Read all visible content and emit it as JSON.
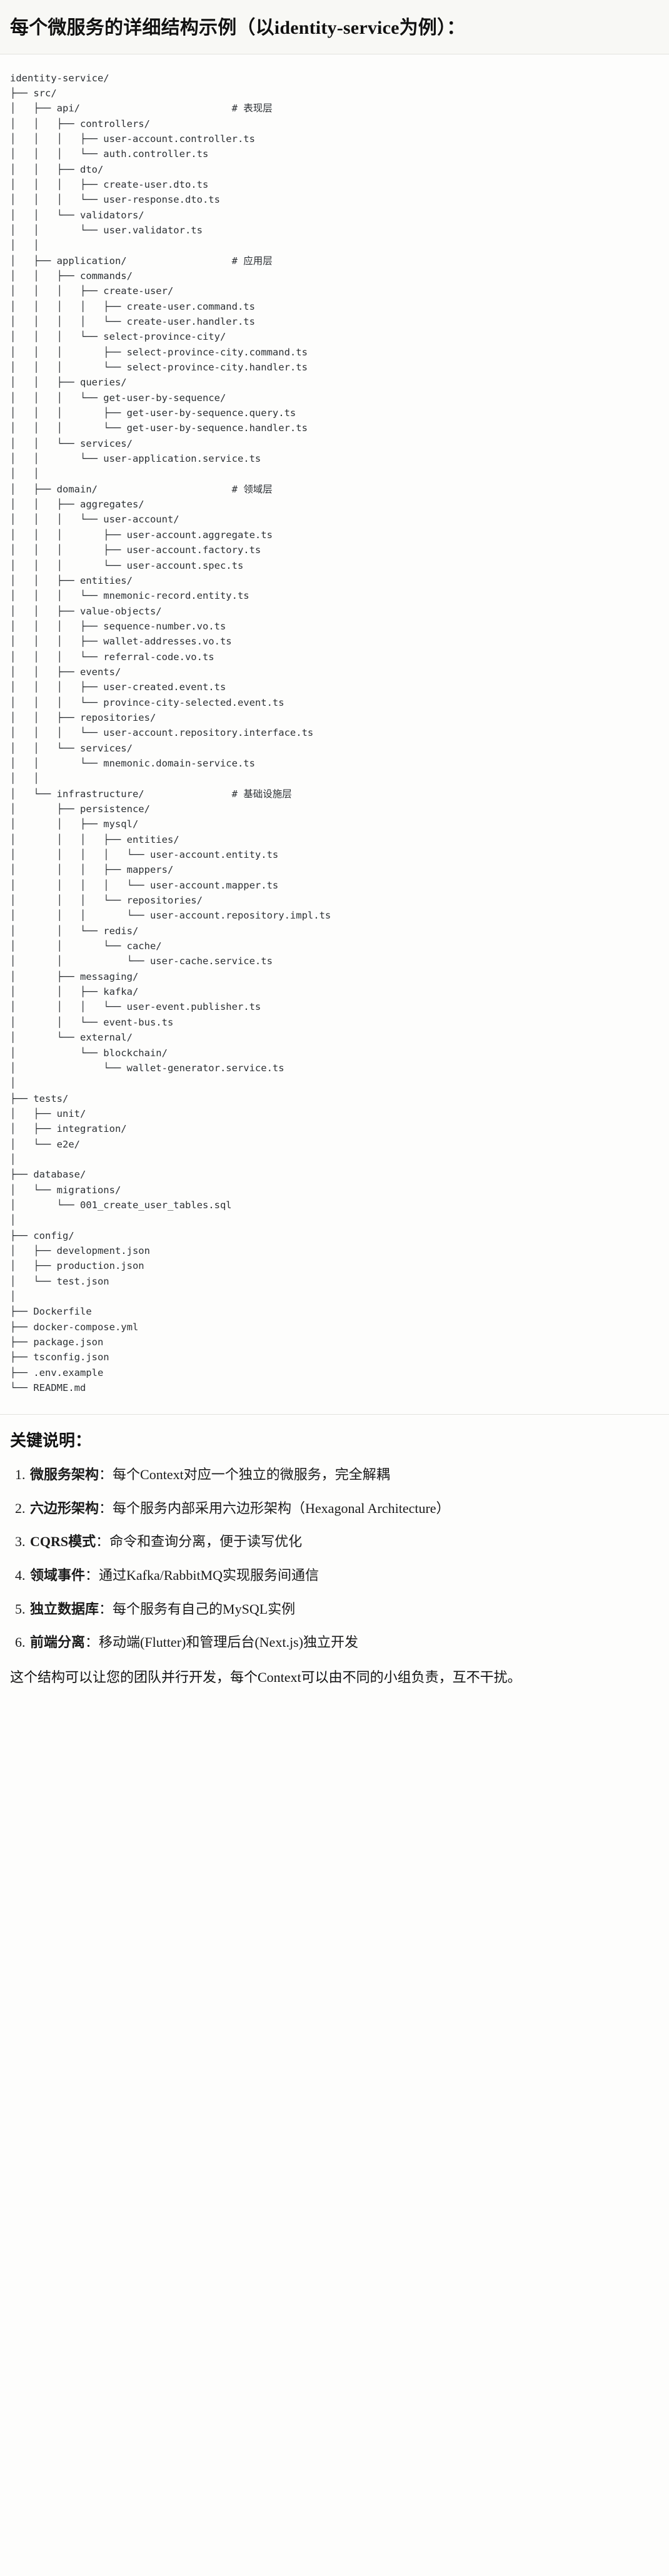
{
  "heading": {
    "title": "每个微服务的详细结构示例（以identity-service为例）："
  },
  "tree": {
    "root": "identity-service/",
    "comments": {
      "api": "# 表现层",
      "application": "# 应用层",
      "domain": "# 领域层",
      "infrastructure": "# 基础设施层"
    },
    "text": "identity-service/\n├── src/\n│   ├── api/                          # 表现层\n│   │   ├── controllers/\n│   │   │   ├── user-account.controller.ts\n│   │   │   └── auth.controller.ts\n│   │   ├── dto/\n│   │   │   ├── create-user.dto.ts\n│   │   │   └── user-response.dto.ts\n│   │   └── validators/\n│   │       └── user.validator.ts\n│   │\n│   ├── application/                  # 应用层\n│   │   ├── commands/\n│   │   │   ├── create-user/\n│   │   │   │   ├── create-user.command.ts\n│   │   │   │   └── create-user.handler.ts\n│   │   │   └── select-province-city/\n│   │   │       ├── select-province-city.command.ts\n│   │   │       └── select-province-city.handler.ts\n│   │   ├── queries/\n│   │   │   └── get-user-by-sequence/\n│   │   │       ├── get-user-by-sequence.query.ts\n│   │   │       └── get-user-by-sequence.handler.ts\n│   │   └── services/\n│   │       └── user-application.service.ts\n│   │\n│   ├── domain/                       # 领域层\n│   │   ├── aggregates/\n│   │   │   └── user-account/\n│   │   │       ├── user-account.aggregate.ts\n│   │   │       ├── user-account.factory.ts\n│   │   │       └── user-account.spec.ts\n│   │   ├── entities/\n│   │   │   └── mnemonic-record.entity.ts\n│   │   ├── value-objects/\n│   │   │   ├── sequence-number.vo.ts\n│   │   │   ├── wallet-addresses.vo.ts\n│   │   │   └── referral-code.vo.ts\n│   │   ├── events/\n│   │   │   ├── user-created.event.ts\n│   │   │   └── province-city-selected.event.ts\n│   │   ├── repositories/\n│   │   │   └── user-account.repository.interface.ts\n│   │   └── services/\n│   │       └── mnemonic.domain-service.ts\n│   │\n│   └── infrastructure/               # 基础设施层\n│       ├── persistence/\n│       │   ├── mysql/\n│       │   │   ├── entities/\n│       │   │   │   └── user-account.entity.ts\n│       │   │   ├── mappers/\n│       │   │   │   └── user-account.mapper.ts\n│       │   │   └── repositories/\n│       │   │       └── user-account.repository.impl.ts\n│       │   └── redis/\n│       │       └── cache/\n│       │           └── user-cache.service.ts\n│       ├── messaging/\n│       │   ├── kafka/\n│       │   │   └── user-event.publisher.ts\n│       │   └── event-bus.ts\n│       └── external/\n│           └── blockchain/\n│               └── wallet-generator.service.ts\n│\n├── tests/\n│   ├── unit/\n│   ├── integration/\n│   └── e2e/\n│\n├── database/\n│   └── migrations/\n│       └── 001_create_user_tables.sql\n│\n├── config/\n│   ├── development.json\n│   ├── production.json\n│   └── test.json\n│\n├── Dockerfile\n├── docker-compose.yml\n├── package.json\n├── tsconfig.json\n├── .env.example\n└── README.md"
  },
  "notes": {
    "title": "关键说明：",
    "items": [
      {
        "term": "微服务架构",
        "sep": "：",
        "desc": "每个Context对应一个独立的微服务，完全解耦"
      },
      {
        "term": "六边形架构",
        "sep": "：",
        "desc": "每个服务内部采用六边形架构（Hexagonal Architecture）"
      },
      {
        "term": "CQRS模式",
        "sep": "：",
        "desc": "命令和查询分离，便于读写优化"
      },
      {
        "term": "领域事件",
        "sep": "：",
        "desc": "通过Kafka/RabbitMQ实现服务间通信"
      },
      {
        "term": "独立数据库",
        "sep": "：",
        "desc": "每个服务有自己的MySQL实例"
      },
      {
        "term": "前端分离",
        "sep": "：",
        "desc": "移动端(Flutter)和管理后台(Next.js)独立开发"
      }
    ],
    "closing": "这个结构可以让您的团队并行开发，每个Context可以由不同的小组负责，互不干扰。"
  }
}
